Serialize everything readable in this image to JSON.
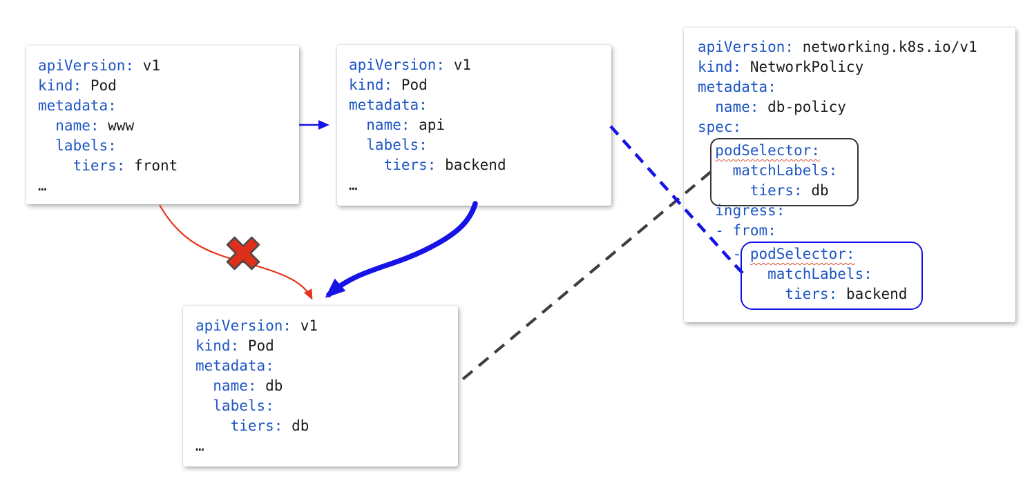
{
  "palette": {
    "key_blue": "#1e55c3",
    "value_dark": "#1a1a1a",
    "arrow_blue": "#1613e6",
    "arrow_red": "#e8321a",
    "dash_gray": "#3f3f3f",
    "x_fill": "#df2f1b",
    "x_stroke": "#4a4a4a",
    "outline_dark": "#333333",
    "outline_blue": "#1613e6",
    "squiggle_red": "#d94f30"
  },
  "icons": {
    "blocked_x": "x-cross-blocked-mark"
  },
  "boxes": {
    "www": {
      "title": "Pod www manifest",
      "lines": [
        [
          [
            "k",
            "apiVersion:"
          ],
          [
            "v",
            " v1"
          ]
        ],
        [
          [
            "k",
            "kind:"
          ],
          [
            "v",
            " Pod"
          ]
        ],
        [
          [
            "k",
            "metadata:"
          ]
        ],
        [
          [
            "k",
            "  name:"
          ],
          [
            "v",
            " www"
          ]
        ],
        [
          [
            "k",
            "  labels:"
          ]
        ],
        [
          [
            "k",
            "    tiers:"
          ],
          [
            "v",
            " front"
          ]
        ],
        [
          [
            "v",
            "…"
          ]
        ]
      ]
    },
    "api": {
      "title": "Pod api manifest",
      "lines": [
        [
          [
            "k",
            "apiVersion:"
          ],
          [
            "v",
            " v1"
          ]
        ],
        [
          [
            "k",
            "kind:"
          ],
          [
            "v",
            " Pod"
          ]
        ],
        [
          [
            "k",
            "metadata:"
          ]
        ],
        [
          [
            "k",
            "  name:"
          ],
          [
            "v",
            " api"
          ]
        ],
        [
          [
            "k",
            "  labels:"
          ]
        ],
        [
          [
            "k",
            "    tiers:"
          ],
          [
            "v",
            " backend"
          ]
        ],
        [
          [
            "v",
            "…"
          ]
        ]
      ]
    },
    "db": {
      "title": "Pod db manifest",
      "lines": [
        [
          [
            "k",
            "apiVersion:"
          ],
          [
            "v",
            " v1"
          ]
        ],
        [
          [
            "k",
            "kind:"
          ],
          [
            "v",
            " Pod"
          ]
        ],
        [
          [
            "k",
            "metadata:"
          ]
        ],
        [
          [
            "k",
            "  name:"
          ],
          [
            "v",
            " db"
          ]
        ],
        [
          [
            "k",
            "  labels:"
          ]
        ],
        [
          [
            "k",
            "    tiers:"
          ],
          [
            "v",
            " db"
          ]
        ],
        [
          [
            "v",
            "…"
          ]
        ]
      ]
    },
    "policy": {
      "title": "NetworkPolicy db-policy manifest",
      "lines": [
        [
          [
            "k",
            "apiVersion:"
          ],
          [
            "v",
            " networking.k8s.io/v1"
          ]
        ],
        [
          [
            "k",
            "kind:"
          ],
          [
            "v",
            " NetworkPolicy"
          ]
        ],
        [
          [
            "k",
            "metadata:"
          ]
        ],
        [
          [
            "k",
            "  name:"
          ],
          [
            "v",
            " db-policy"
          ]
        ],
        [
          [
            "k",
            "spec:"
          ]
        ],
        [
          [
            "k",
            "  "
          ],
          [
            "ks",
            "podSelector:"
          ]
        ],
        [
          [
            "k",
            "    matchLabels:"
          ]
        ],
        [
          [
            "k",
            "      tiers:"
          ],
          [
            "v",
            " db"
          ]
        ],
        [
          [
            "k",
            "  ingress:"
          ]
        ],
        [
          [
            "k",
            "  - from:"
          ]
        ],
        [
          [
            "k",
            "    - "
          ],
          [
            "ks",
            "podSelector:"
          ]
        ],
        [
          [
            "k",
            "        matchLabels:"
          ]
        ],
        [
          [
            "k",
            "          tiers:"
          ],
          [
            "v",
            " backend"
          ]
        ]
      ]
    }
  },
  "connections": [
    {
      "from": "pod-www",
      "to": "pod-api",
      "style": "thin-blue-solid-arrow",
      "meaning": "traffic allowed"
    },
    {
      "from": "pod-api",
      "to": "pod-db",
      "style": "thick-blue-solid-arrow",
      "meaning": "traffic allowed"
    },
    {
      "from": "pod-www",
      "to": "pod-db",
      "style": "red-arrow-with-x",
      "meaning": "traffic blocked"
    },
    {
      "from": "policy-podSelector-tiers-db",
      "to": "pod-db",
      "style": "gray-dashed-line",
      "meaning": "policy targets this pod"
    },
    {
      "from": "pod-api",
      "to": "policy-ingress-from-podSelector-tiers-backend",
      "style": "blue-dashed-line",
      "meaning": "ingress source selector matches this pod"
    }
  ]
}
